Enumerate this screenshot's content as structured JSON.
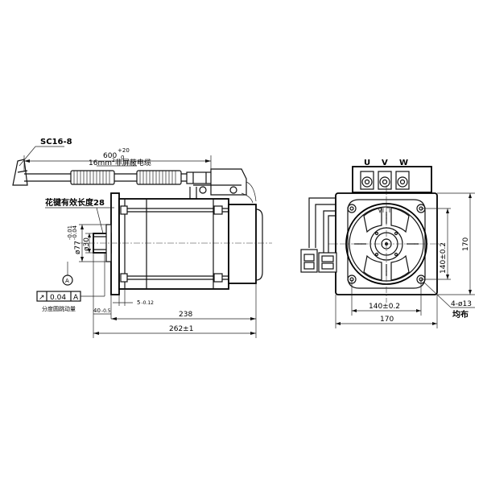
{
  "side_view": {
    "cable_gland": "SC16-8",
    "cable_length": "600",
    "cable_tol": "+20",
    "cable_tol_low": "0",
    "cable_spec_prefix": "16mm",
    "cable_spec_sup": "2",
    "cable_spec_suffix": "非屏蔽电缆",
    "spline_note": "花键有效长度28",
    "pilot_dia": "ø77",
    "pilot_tol_up": "-0.01",
    "pilot_tol_low": "-0.04",
    "shaft_dia": "ø30",
    "datum": "A",
    "runout_symbol": "↗",
    "runout_value": "0.04",
    "runout_datum": "A",
    "runout_note": "分度圆跳动量",
    "dim_flange_gap": "5",
    "dim_flange_gap_tol": "-0.12",
    "dim_shaft": "40",
    "dim_shaft_tol": "-0.5",
    "dim_body": "238",
    "dim_total": "262±1"
  },
  "end_view": {
    "terminal_u": "U",
    "terminal_v": "V",
    "terminal_w": "W",
    "dim_bolt_pcd_v": "140±0.2",
    "dim_height": "170",
    "dim_bolt_pcd_h": "140±0.2",
    "dim_width": "170",
    "holes_note": "4-ø13",
    "holes_note2": "均布"
  }
}
